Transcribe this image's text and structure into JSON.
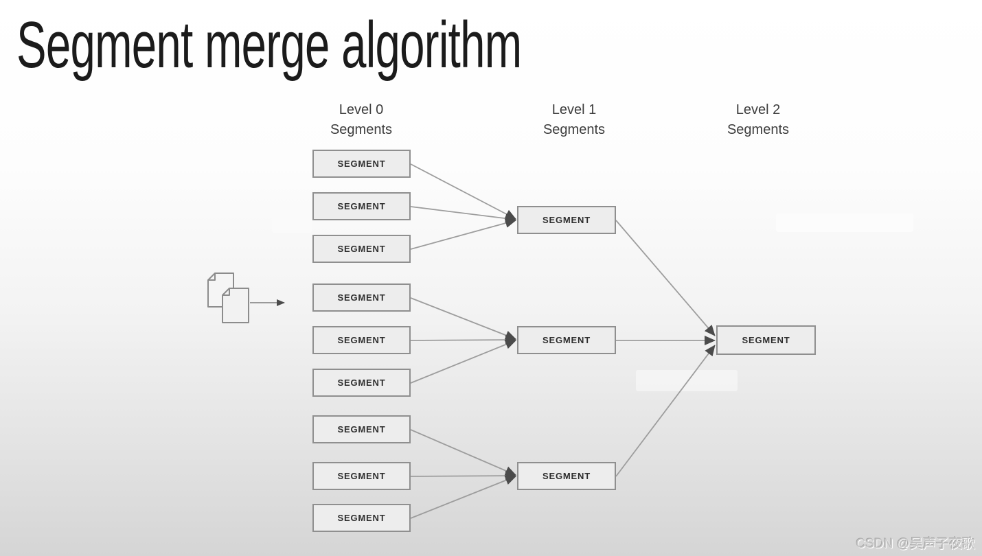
{
  "title": "Segment merge algorithm",
  "columns": [
    {
      "line1": "Level 0",
      "line2": "Segments"
    },
    {
      "line1": "Level 1",
      "line2": "Segments"
    },
    {
      "line1": "Level 2",
      "line2": "Segments"
    }
  ],
  "nodes": {
    "level0": [
      {
        "label": "SEGMENT"
      },
      {
        "label": "SEGMENT"
      },
      {
        "label": "SEGMENT"
      },
      {
        "label": "SEGMENT"
      },
      {
        "label": "SEGMENT"
      },
      {
        "label": "SEGMENT"
      },
      {
        "label": "SEGMENT"
      },
      {
        "label": "SEGMENT"
      },
      {
        "label": "SEGMENT"
      }
    ],
    "level1": [
      {
        "label": "SEGMENT"
      },
      {
        "label": "SEGMENT"
      },
      {
        "label": "SEGMENT"
      }
    ],
    "level2": [
      {
        "label": "SEGMENT"
      }
    ]
  },
  "edges": [
    {
      "from": "level0-1",
      "to": "level1-1"
    },
    {
      "from": "level0-2",
      "to": "level1-1"
    },
    {
      "from": "level0-3",
      "to": "level1-1"
    },
    {
      "from": "level0-4",
      "to": "level1-2"
    },
    {
      "from": "level0-5",
      "to": "level1-2"
    },
    {
      "from": "level0-6",
      "to": "level1-2"
    },
    {
      "from": "level0-7",
      "to": "level1-3"
    },
    {
      "from": "level0-8",
      "to": "level1-3"
    },
    {
      "from": "level0-9",
      "to": "level1-3"
    },
    {
      "from": "level1-1",
      "to": "level2-1"
    },
    {
      "from": "level1-2",
      "to": "level2-1"
    },
    {
      "from": "level1-3",
      "to": "level2-1"
    },
    {
      "from": "documents-icon",
      "to": "level0-4"
    }
  ],
  "icons": {
    "documents": "documents-icon"
  },
  "watermark": "CSDN @吴声子夜歌",
  "colors": {
    "background_top": "#ffffff",
    "background_bottom": "#d5d5d5",
    "box_fill": "#ededed",
    "box_border": "#8f8f8f",
    "box_text": "#2d2d2d",
    "arrow_line": "#9d9d9d",
    "arrow_head": "#4b4b4b",
    "title_text": "#1b1b1b",
    "header_text": "#3d3d3d",
    "watermark_text": "#c6c6c6"
  }
}
